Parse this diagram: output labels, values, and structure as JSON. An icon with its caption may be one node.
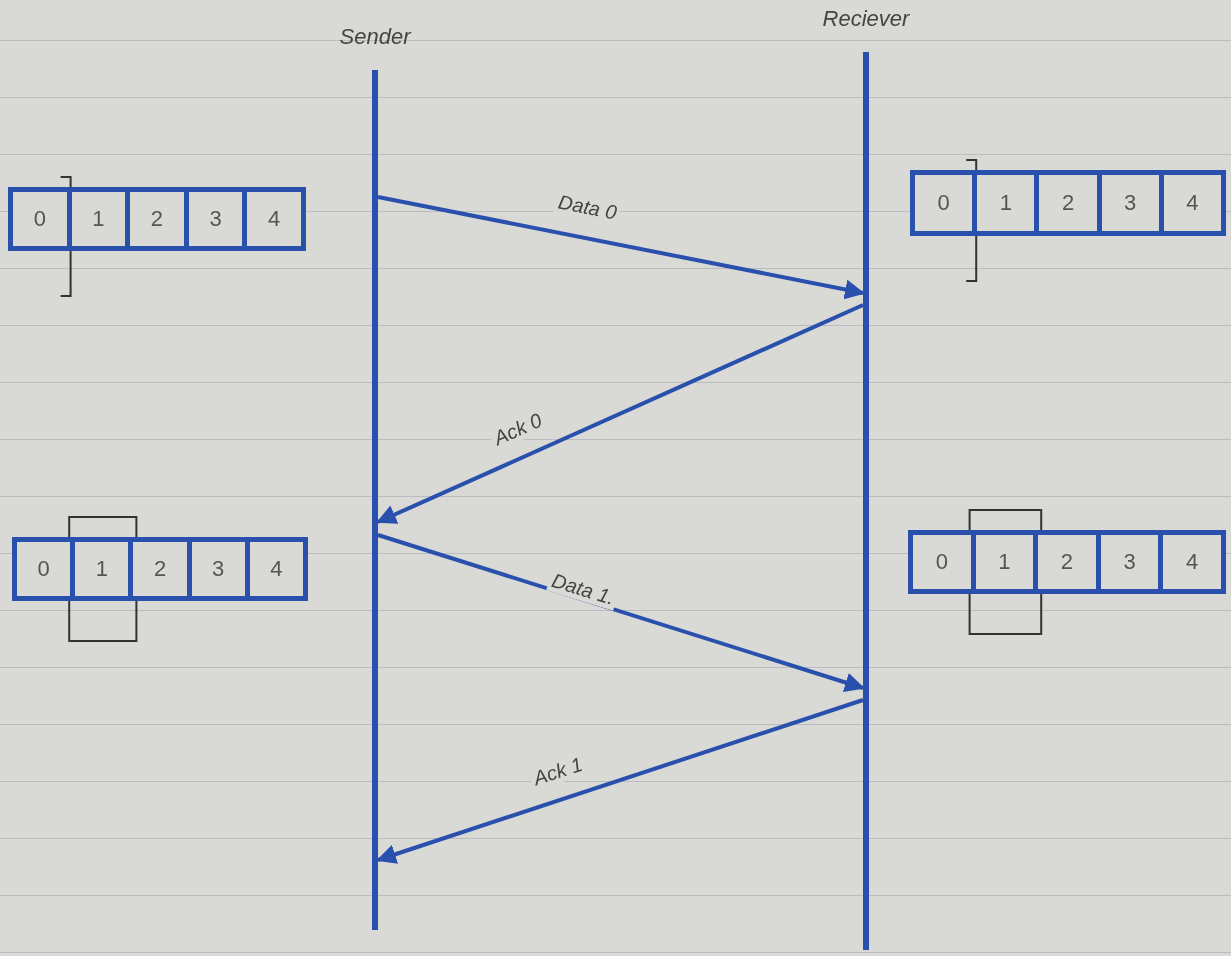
{
  "diagram": {
    "nodes": [
      {
        "text": [
          "Sender"
        ]
      },
      {
        "text": [
          "Reciever"
        ]
      },
      {
        "text": [],
        "shape": "box"
      },
      {
        "text": [
          "0"
        ],
        "in": 2
      },
      {
        "text": [
          "1"
        ],
        "in": 2
      },
      {
        "text": [
          "2"
        ],
        "in": 2
      },
      {
        "text": [
          "3"
        ],
        "in": 2
      },
      {
        "text": [
          "4"
        ],
        "in": 2
      },
      {
        "text": [],
        "shape": "box"
      },
      {
        "text": [
          "0"
        ],
        "in": 8
      },
      {
        "text": [
          "1"
        ],
        "in": 8
      },
      {
        "text": [
          "2"
        ],
        "in": 8
      },
      {
        "text": [
          "3"
        ],
        "in": 8
      },
      {
        "text": [
          "4"
        ],
        "in": 8
      },
      {
        "text": [],
        "shape": "box"
      },
      {
        "text": [
          "0"
        ],
        "in": 14
      },
      {
        "text": [
          "1"
        ],
        "in": 14
      },
      {
        "text": [
          "2"
        ],
        "in": 14
      },
      {
        "text": [
          "3"
        ],
        "in": 14
      },
      {
        "text": [
          "4"
        ],
        "in": 14
      },
      {
        "text": [],
        "shape": "box"
      },
      {
        "text": [
          "0"
        ],
        "in": 20
      },
      {
        "text": [
          "1"
        ],
        "in": 20
      },
      {
        "text": [
          "2"
        ],
        "in": 20
      },
      {
        "text": [
          "3"
        ],
        "in": 20
      },
      {
        "text": [
          "4"
        ],
        "in": 20
      }
    ],
    "edges": [
      {
        "from": 0,
        "to": 1,
        "arrow": "to",
        "label": "Data 0"
      },
      {
        "from": 1,
        "to": 0,
        "arrow": "to",
        "label": "Ack 0"
      },
      {
        "from": 0,
        "to": 1,
        "arrow": "to",
        "label": "Data 1."
      },
      {
        "from": 1,
        "to": 0,
        "arrow": "to",
        "label": "Ack 1"
      }
    ]
  }
}
